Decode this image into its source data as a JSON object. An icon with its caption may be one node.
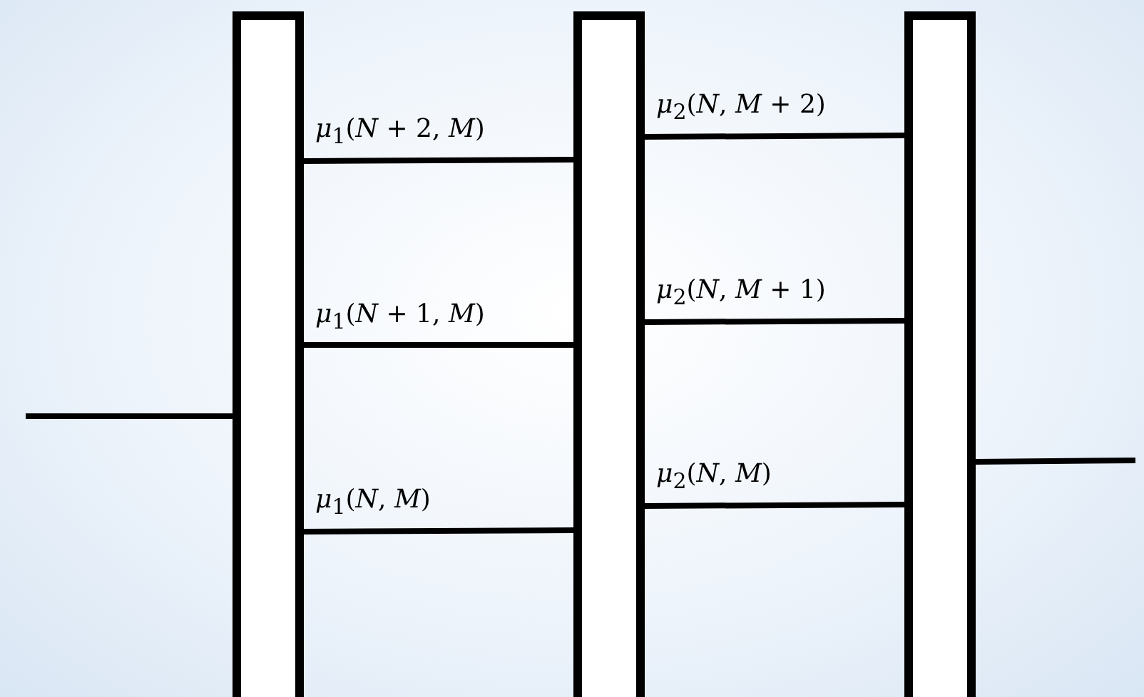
{
  "diagram": {
    "nodes": [
      {
        "text": [],
        "shape": "bar"
      },
      {
        "text": [],
        "shape": "bar"
      },
      {
        "text": [],
        "shape": "bar"
      }
    ],
    "edges": [
      {
        "from": null,
        "to": 0,
        "arrow": "none"
      },
      {
        "from": 0,
        "to": 1,
        "arrow": "none",
        "label": "*μ*$_{1}$(*N* + 2, *M*)"
      },
      {
        "from": 0,
        "to": 1,
        "arrow": "none",
        "label": "*μ*$_{1}$(*N* + 1, *M*)"
      },
      {
        "from": 0,
        "to": 1,
        "arrow": "none",
        "label": "*μ*$_{1}$(*N*, *M*)"
      },
      {
        "from": 1,
        "to": 2,
        "arrow": "none",
        "label": "*μ*$_{2}$(*N*, *M* + 2)"
      },
      {
        "from": 1,
        "to": 2,
        "arrow": "none",
        "label": "*μ*$_{2}$(*N*, *M* + 1)"
      },
      {
        "from": 1,
        "to": 2,
        "arrow": "none",
        "label": "*μ*$_{2}$(*N*, *M*)"
      },
      {
        "from": 2,
        "to": null,
        "arrow": "none"
      }
    ]
  }
}
